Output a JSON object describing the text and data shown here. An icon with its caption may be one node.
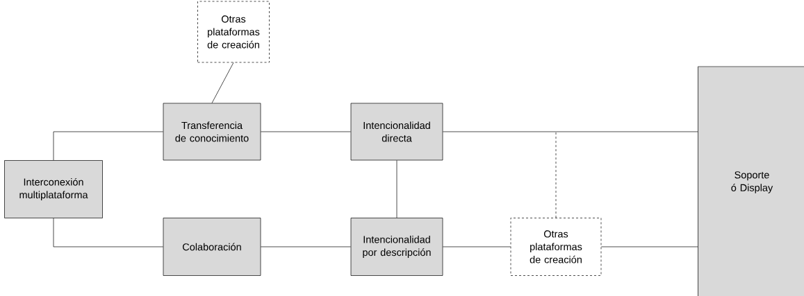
{
  "diagram": {
    "nodes": [
      {
        "text": [
          "Otras plataformas de creación"
        ]
      },
      {
        "text": [
          "Transferencia de conocimiento"
        ]
      },
      {
        "text": [
          "Intencionalidad directa"
        ]
      },
      {
        "text": [
          "Interconexión multiplataforma"
        ]
      },
      {
        "text": [
          "Colaboración"
        ]
      },
      {
        "text": [
          "Intencionalidad por descripción"
        ]
      },
      {
        "text": [
          "Otras plataformas de creación"
        ]
      },
      {
        "text": [
          "Soporte ó Display"
        ]
      }
    ],
    "edges": [
      {
        "from": 0,
        "to": 1,
        "arrow": "none"
      },
      {
        "from": 3,
        "to": 1,
        "arrow": "none"
      },
      {
        "from": 3,
        "to": 4,
        "arrow": "none"
      },
      {
        "from": 1,
        "to": 2,
        "arrow": "none"
      },
      {
        "from": 2,
        "to": 7,
        "arrow": "none"
      },
      {
        "from": 2,
        "to": 5,
        "arrow": "none"
      },
      {
        "from": 4,
        "to": 5,
        "arrow": "none"
      },
      {
        "from": 5,
        "to": 6,
        "arrow": "none"
      },
      {
        "from": 6,
        "to": 7,
        "arrow": "none"
      },
      {
        "from": 6,
        "to": null,
        "arrow": "none",
        "style": "dashed"
      }
    ]
  }
}
